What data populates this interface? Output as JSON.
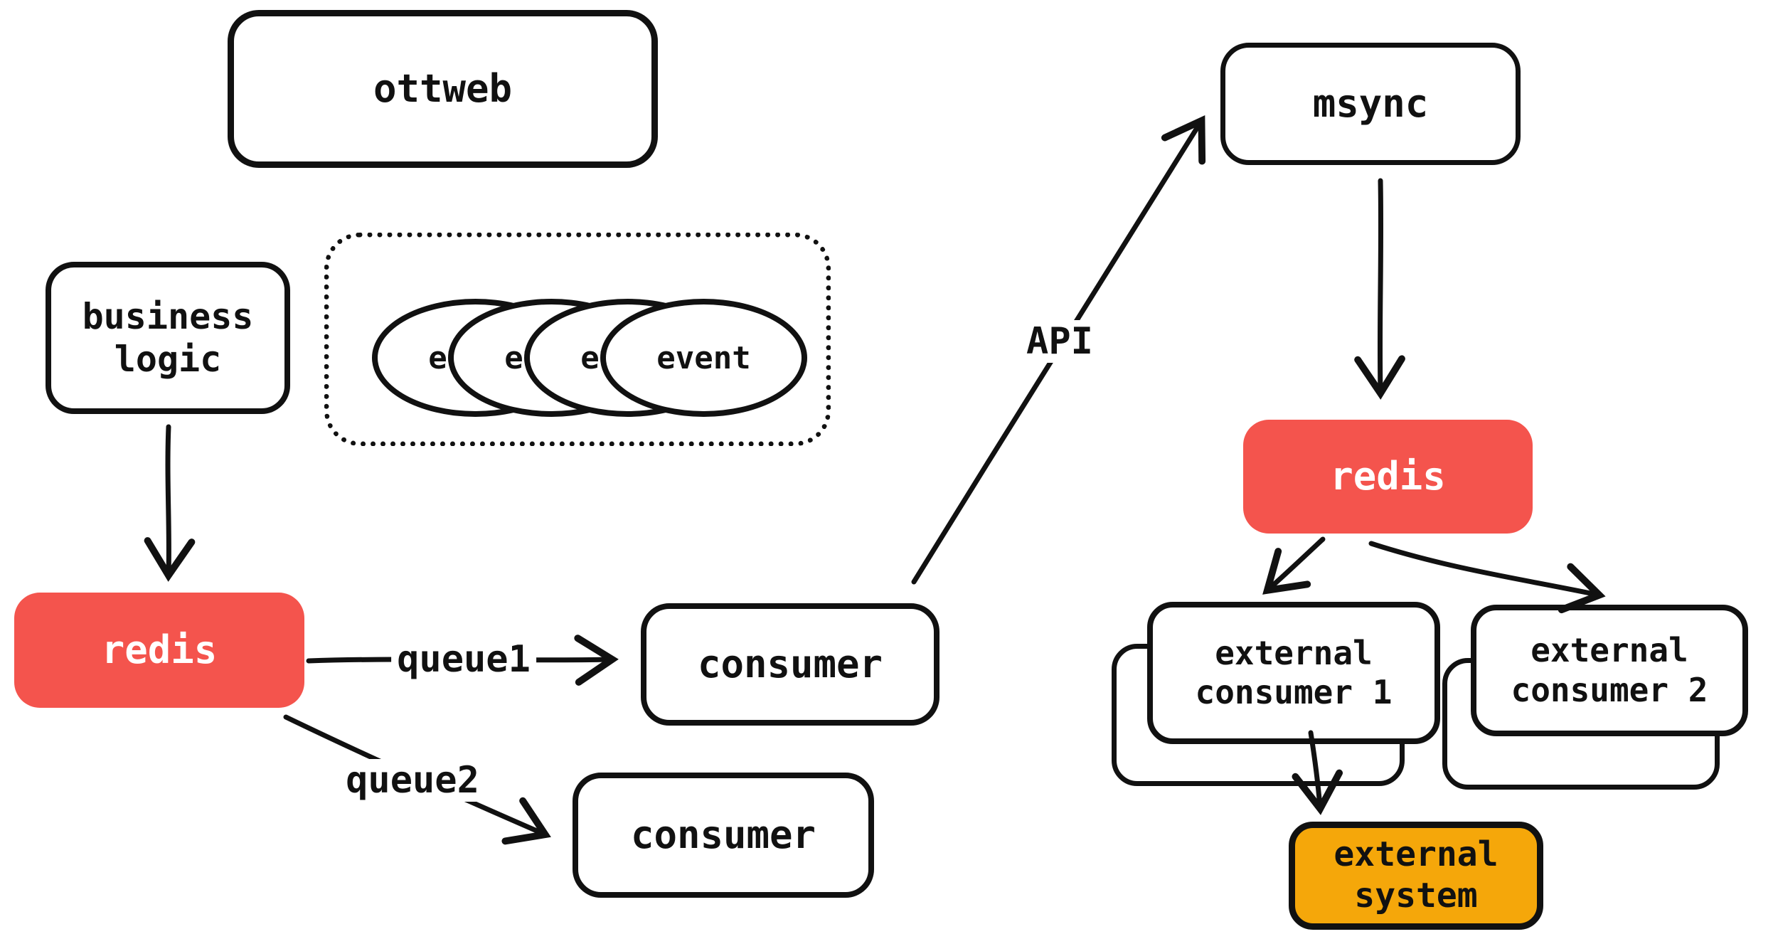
{
  "diagram": {
    "nodes": {
      "ottweb": {
        "label": "ottweb"
      },
      "business_logic": {
        "label": "business\nlogic"
      },
      "event": {
        "label": "event"
      },
      "redis_left": {
        "label": "redis"
      },
      "consumer_1": {
        "label": "consumer"
      },
      "consumer_2": {
        "label": "consumer"
      },
      "msync": {
        "label": "msync"
      },
      "redis_right": {
        "label": "redis"
      },
      "external_consumer_1": {
        "label": "external\nconsumer 1"
      },
      "external_consumer_2": {
        "label": "external\nconsumer 2"
      },
      "external_system": {
        "label": "external\nsystem"
      }
    },
    "edges": [
      {
        "from": "business logic",
        "to": "redis (left)",
        "label": ""
      },
      {
        "from": "redis (left)",
        "to": "consumer (top)",
        "label": "queue1"
      },
      {
        "from": "redis (left)",
        "to": "consumer (bottom)",
        "label": "queue2"
      },
      {
        "from": "consumer (top)",
        "to": "msync",
        "label": "API"
      },
      {
        "from": "msync",
        "to": "redis (right)",
        "label": ""
      },
      {
        "from": "redis (right)",
        "to": "external consumer 1",
        "label": ""
      },
      {
        "from": "redis (right)",
        "to": "external consumer 2",
        "label": ""
      },
      {
        "from": "external consumer 1",
        "to": "external system",
        "label": ""
      }
    ],
    "event_copies": 4,
    "colors": {
      "red": "#f4544d",
      "orange": "#f5a70a",
      "ink": "#111111",
      "background": "#ffffff"
    }
  }
}
